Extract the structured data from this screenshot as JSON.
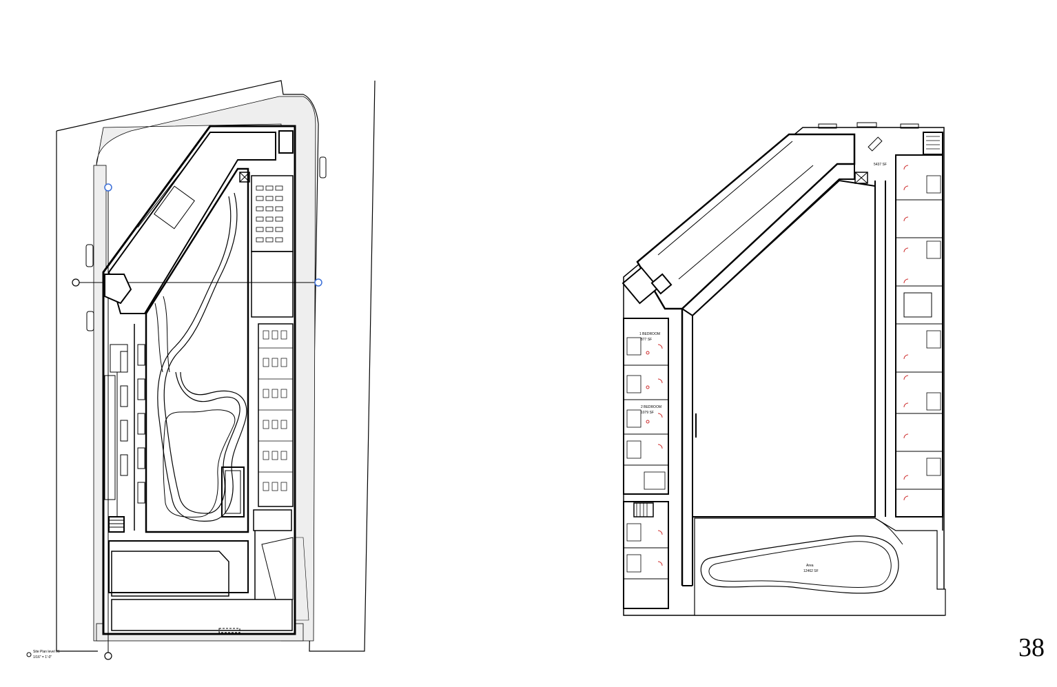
{
  "page": {
    "number": "38"
  },
  "left_plan": {
    "scale_note_line1": "Site Plan level 01",
    "scale_note_line2": "1/16\" = 1'-0\""
  },
  "right_plan": {
    "room_label_1": "1 BEDROOM",
    "room_area_1": "877 SF",
    "room_label_2": "2 BEDROOM",
    "room_area_2": "1079 SF",
    "top_area_label": "5437 SF",
    "courtyard_label": "Area",
    "courtyard_area": "12462 SF"
  },
  "colors": {
    "line": "#000000",
    "site_fill": "#eeeeee",
    "accent_red": "#cc2a2a",
    "gridline_marker": "#3b6fd8"
  }
}
